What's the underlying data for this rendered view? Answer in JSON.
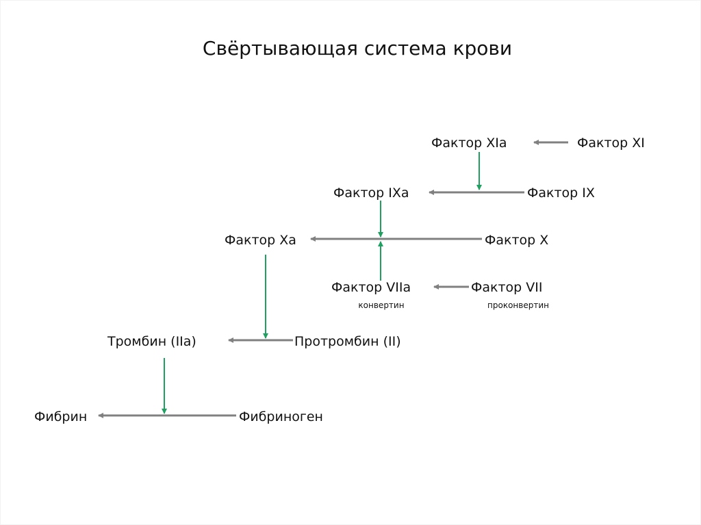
{
  "title": "Свёртывающая система крови",
  "nodes": {
    "f11a": "Фактор XIa",
    "f11": "Фактор XI",
    "f9a": "Фактор IXa",
    "f9": "Фактор IX",
    "f10a": "Фактор Xa",
    "f10": "Фактор X",
    "f7a": "Фактор VIIa",
    "f7a_sub": "конвертин",
    "f7": "Фактор VII",
    "f7_sub": "проконвертин",
    "thrombin": "Тромбин (IIa)",
    "prothrombin": "Протромбин (II)",
    "fibrin": "Фибрин",
    "fibrinogen": "Фибриноген"
  },
  "colors": {
    "conversion_arrow": "#808080",
    "activation_arrow": "#1fa060"
  }
}
